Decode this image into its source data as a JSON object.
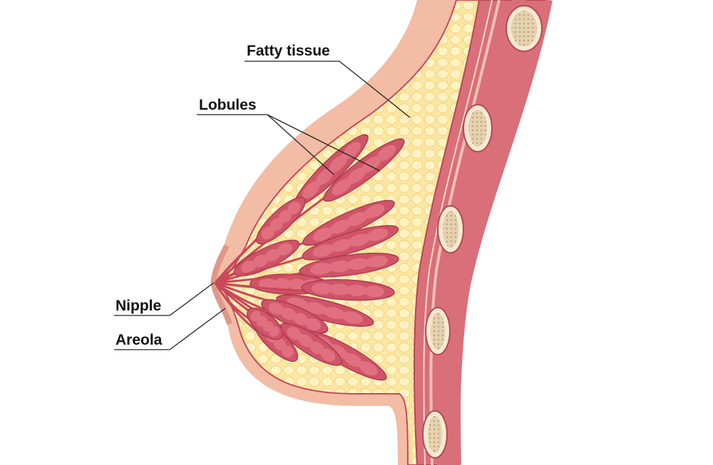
{
  "diagram": {
    "labels": {
      "fatty_tissue": "Fatty tissue",
      "lobules": "Lobules",
      "nipple": "Nipple",
      "areola": "Areola"
    },
    "colors": {
      "skin": "#f2b8a0",
      "skin_line": "#c9485a",
      "fat": "#fbe6a0",
      "lobule": "#d05468",
      "muscle": "#d9707a",
      "rib": "#f3e6c8",
      "rib_core": "#d8c2a0"
    }
  }
}
